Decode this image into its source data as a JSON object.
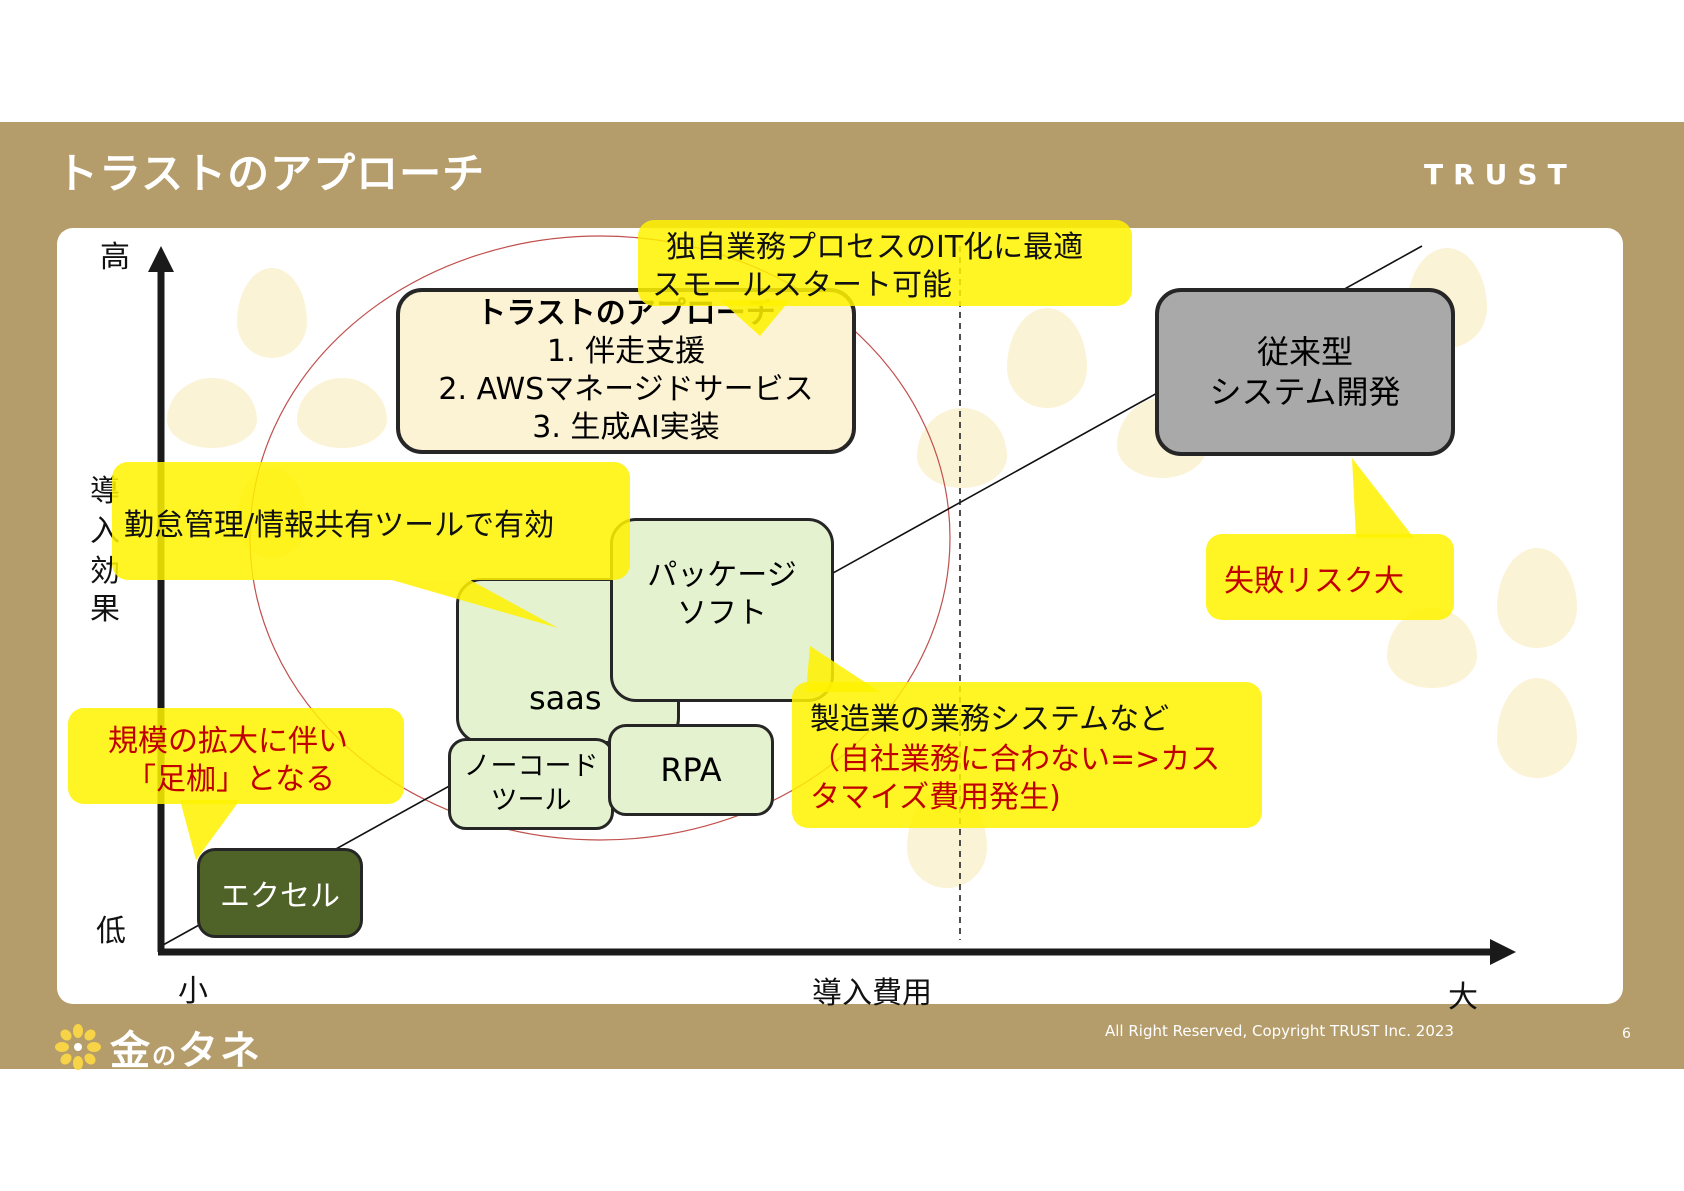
{
  "header": {
    "title": "トラストのアプローチ",
    "brand": "TRUST"
  },
  "axes": {
    "y_high": "高",
    "y_low": "低",
    "y_label": [
      "導",
      "入",
      "効",
      "果"
    ],
    "x_small": "小",
    "x_large": "大",
    "x_label": "導入費用"
  },
  "boxes": {
    "approach": {
      "title": "トラストのアプローチ",
      "items": [
        "1. 伴走支援",
        "2. AWSマネージドサービス",
        "3. 生成AI実装"
      ]
    },
    "conventional": [
      "従来型",
      "システム開発"
    ],
    "package": [
      "パッケージ",
      "ソフト"
    ],
    "saas": "saas",
    "nocode": [
      "ノーコード",
      "ツール"
    ],
    "rpa": "RPA",
    "excel": "エクセル"
  },
  "callouts": {
    "unique_it": [
      "独自業務プロセスのIT化に最適",
      "スモールスタート可能"
    ],
    "attendance": "勤怠管理/情報共有ツールで有効",
    "risk": "失敗リスク大",
    "manufacturing": [
      "製造業の業務システムなど",
      "（自社業務に合わない=>カス",
      "タマイズ費用発生)"
    ],
    "scale": [
      "規模の拡大に伴い",
      "「足枷」となる"
    ]
  },
  "footer": {
    "logo_text": "金",
    "logo_small": "の",
    "logo_tail": "タネ",
    "copyright": "All Right Reserved, Copyright TRUST Inc. 2023",
    "page": "6"
  },
  "colors": {
    "band": "#b59d6b",
    "callout_yellow": "#fff200",
    "callout_red_text": "#c00000",
    "approach_fill": "#fcf2d4",
    "light_green": "#e4f2cf",
    "gray_box": "#a9a9a9",
    "excel_green": "#4f6228"
  }
}
